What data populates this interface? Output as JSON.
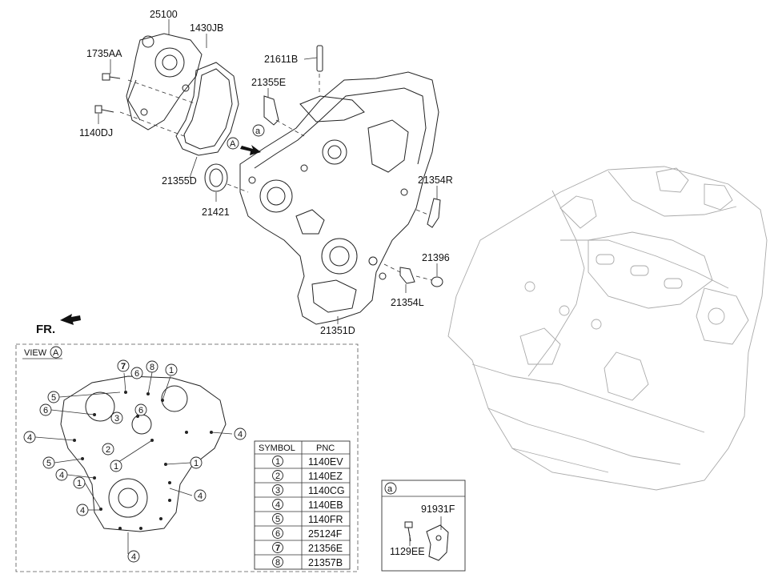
{
  "callouts": {
    "p25100": "25100",
    "p1430JB": "1430JB",
    "p1735AA": "1735AA",
    "p1140DJ": "1140DJ",
    "p21611B": "21611B",
    "p21355E": "21355E",
    "p21355D": "21355D",
    "p21421": "21421",
    "p21354R": "21354R",
    "p21396": "21396",
    "p21354L": "21354L",
    "p21351D": "21351D"
  },
  "markers": {
    "view_a": "A",
    "ref_a": "a"
  },
  "front_label": "FR.",
  "view_box": {
    "title": "VIEW",
    "title_ref": "A",
    "symbols": [
      "1",
      "2",
      "3",
      "4",
      "5",
      "6",
      "7",
      "8"
    ]
  },
  "symbol_table": {
    "headers": [
      "SYMBOL",
      "PNC"
    ],
    "rows": [
      {
        "symbol": "1",
        "pnc": "1140EV"
      },
      {
        "symbol": "2",
        "pnc": "1140EZ"
      },
      {
        "symbol": "3",
        "pnc": "1140CG"
      },
      {
        "symbol": "4",
        "pnc": "1140EB"
      },
      {
        "symbol": "5",
        "pnc": "1140FR"
      },
      {
        "symbol": "6",
        "pnc": "25124F"
      },
      {
        "symbol": "7",
        "pnc": "21356E"
      },
      {
        "symbol": "8",
        "pnc": "21357B"
      }
    ]
  },
  "detail_a": {
    "title": "a",
    "part1": "91931F",
    "part2": "1129EE"
  }
}
